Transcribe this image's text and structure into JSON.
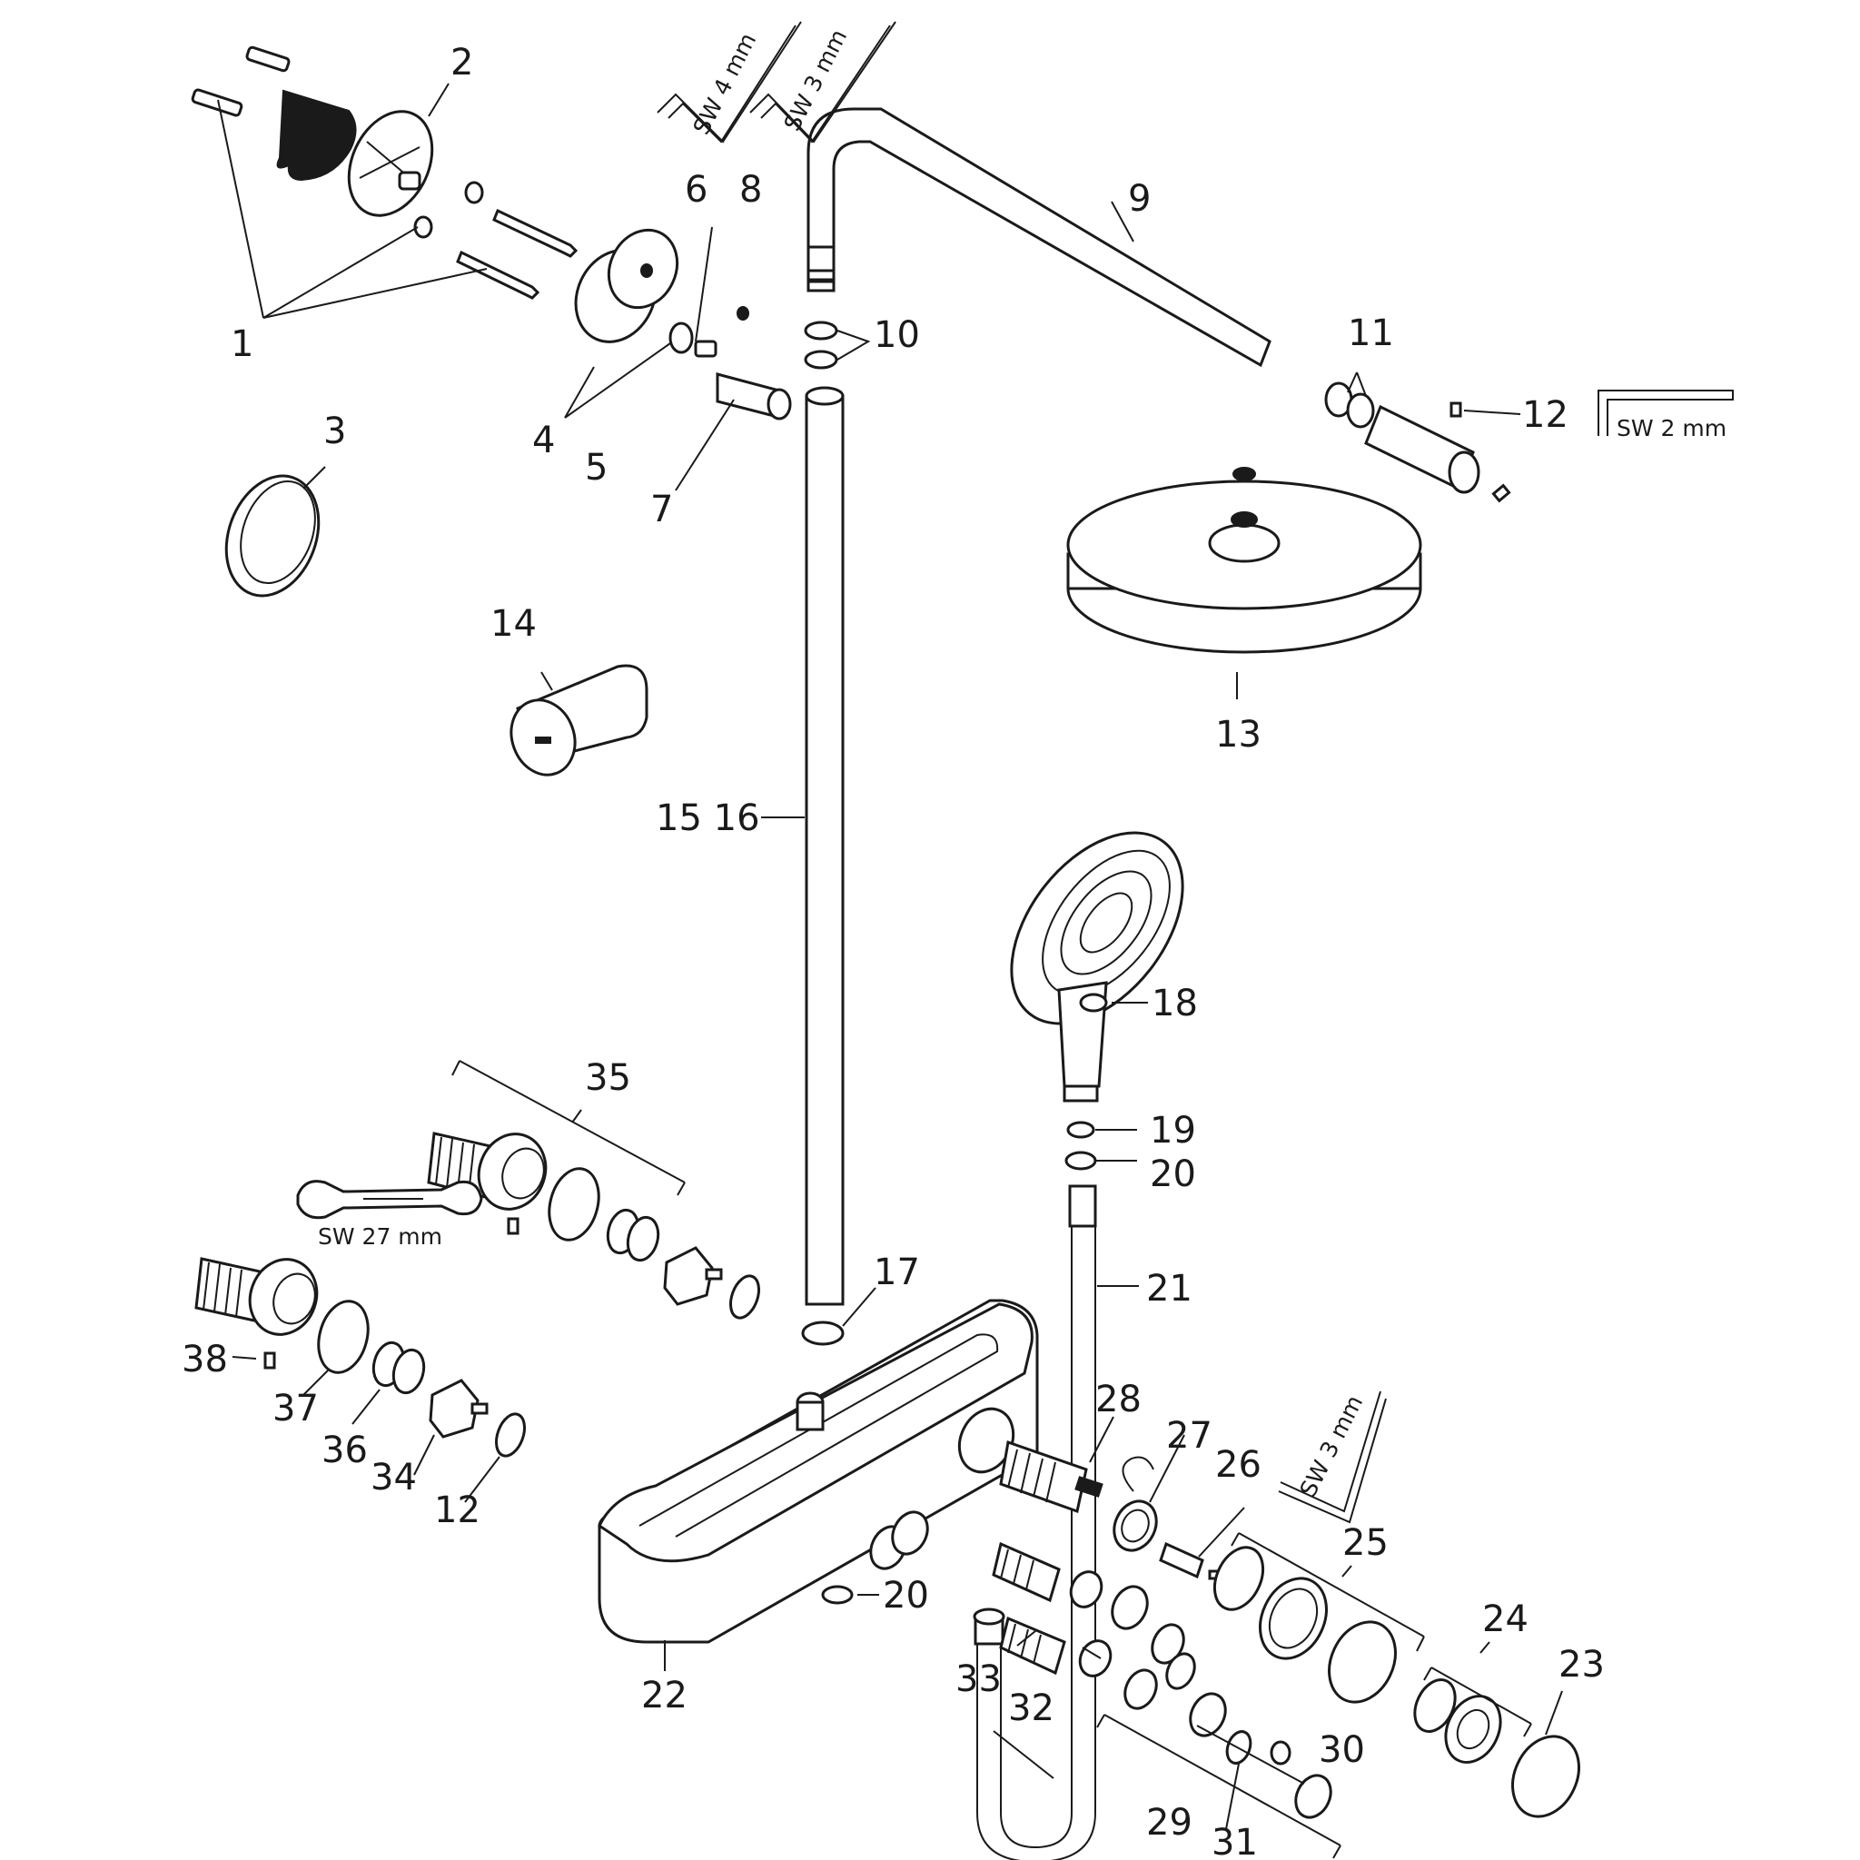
{
  "labels": {
    "p1": "1",
    "p2": "2",
    "p3": "3",
    "p4": "4",
    "p5": "5",
    "p6": "6",
    "p7": "7",
    "p8": "8",
    "p9": "9",
    "p10": "10",
    "p11": "11",
    "p12a": "12",
    "p13": "13",
    "p14": "14",
    "p15_16": "15 16",
    "p17": "17",
    "p18": "18",
    "p19": "19",
    "p20a": "20",
    "p21": "21",
    "p20b": "20",
    "p22": "22",
    "p23": "23",
    "p24": "24",
    "p25": "25",
    "p26": "26",
    "p27": "27",
    "p28": "28",
    "p29": "29",
    "p30": "30",
    "p31": "31",
    "p32": "32",
    "p33": "33",
    "p34": "34",
    "p35": "35",
    "p36": "36",
    "p37": "37",
    "p38": "38",
    "p12b": "12"
  },
  "tools": {
    "sw4": "SW 4 mm",
    "sw3a": "SW 3 mm",
    "sw2": "SW 2 mm",
    "sw27": "SW 27 mm",
    "sw3b": "SW 3 mm"
  },
  "colors": {
    "ink": "#1a1a1a",
    "paper": "#ffffff"
  }
}
